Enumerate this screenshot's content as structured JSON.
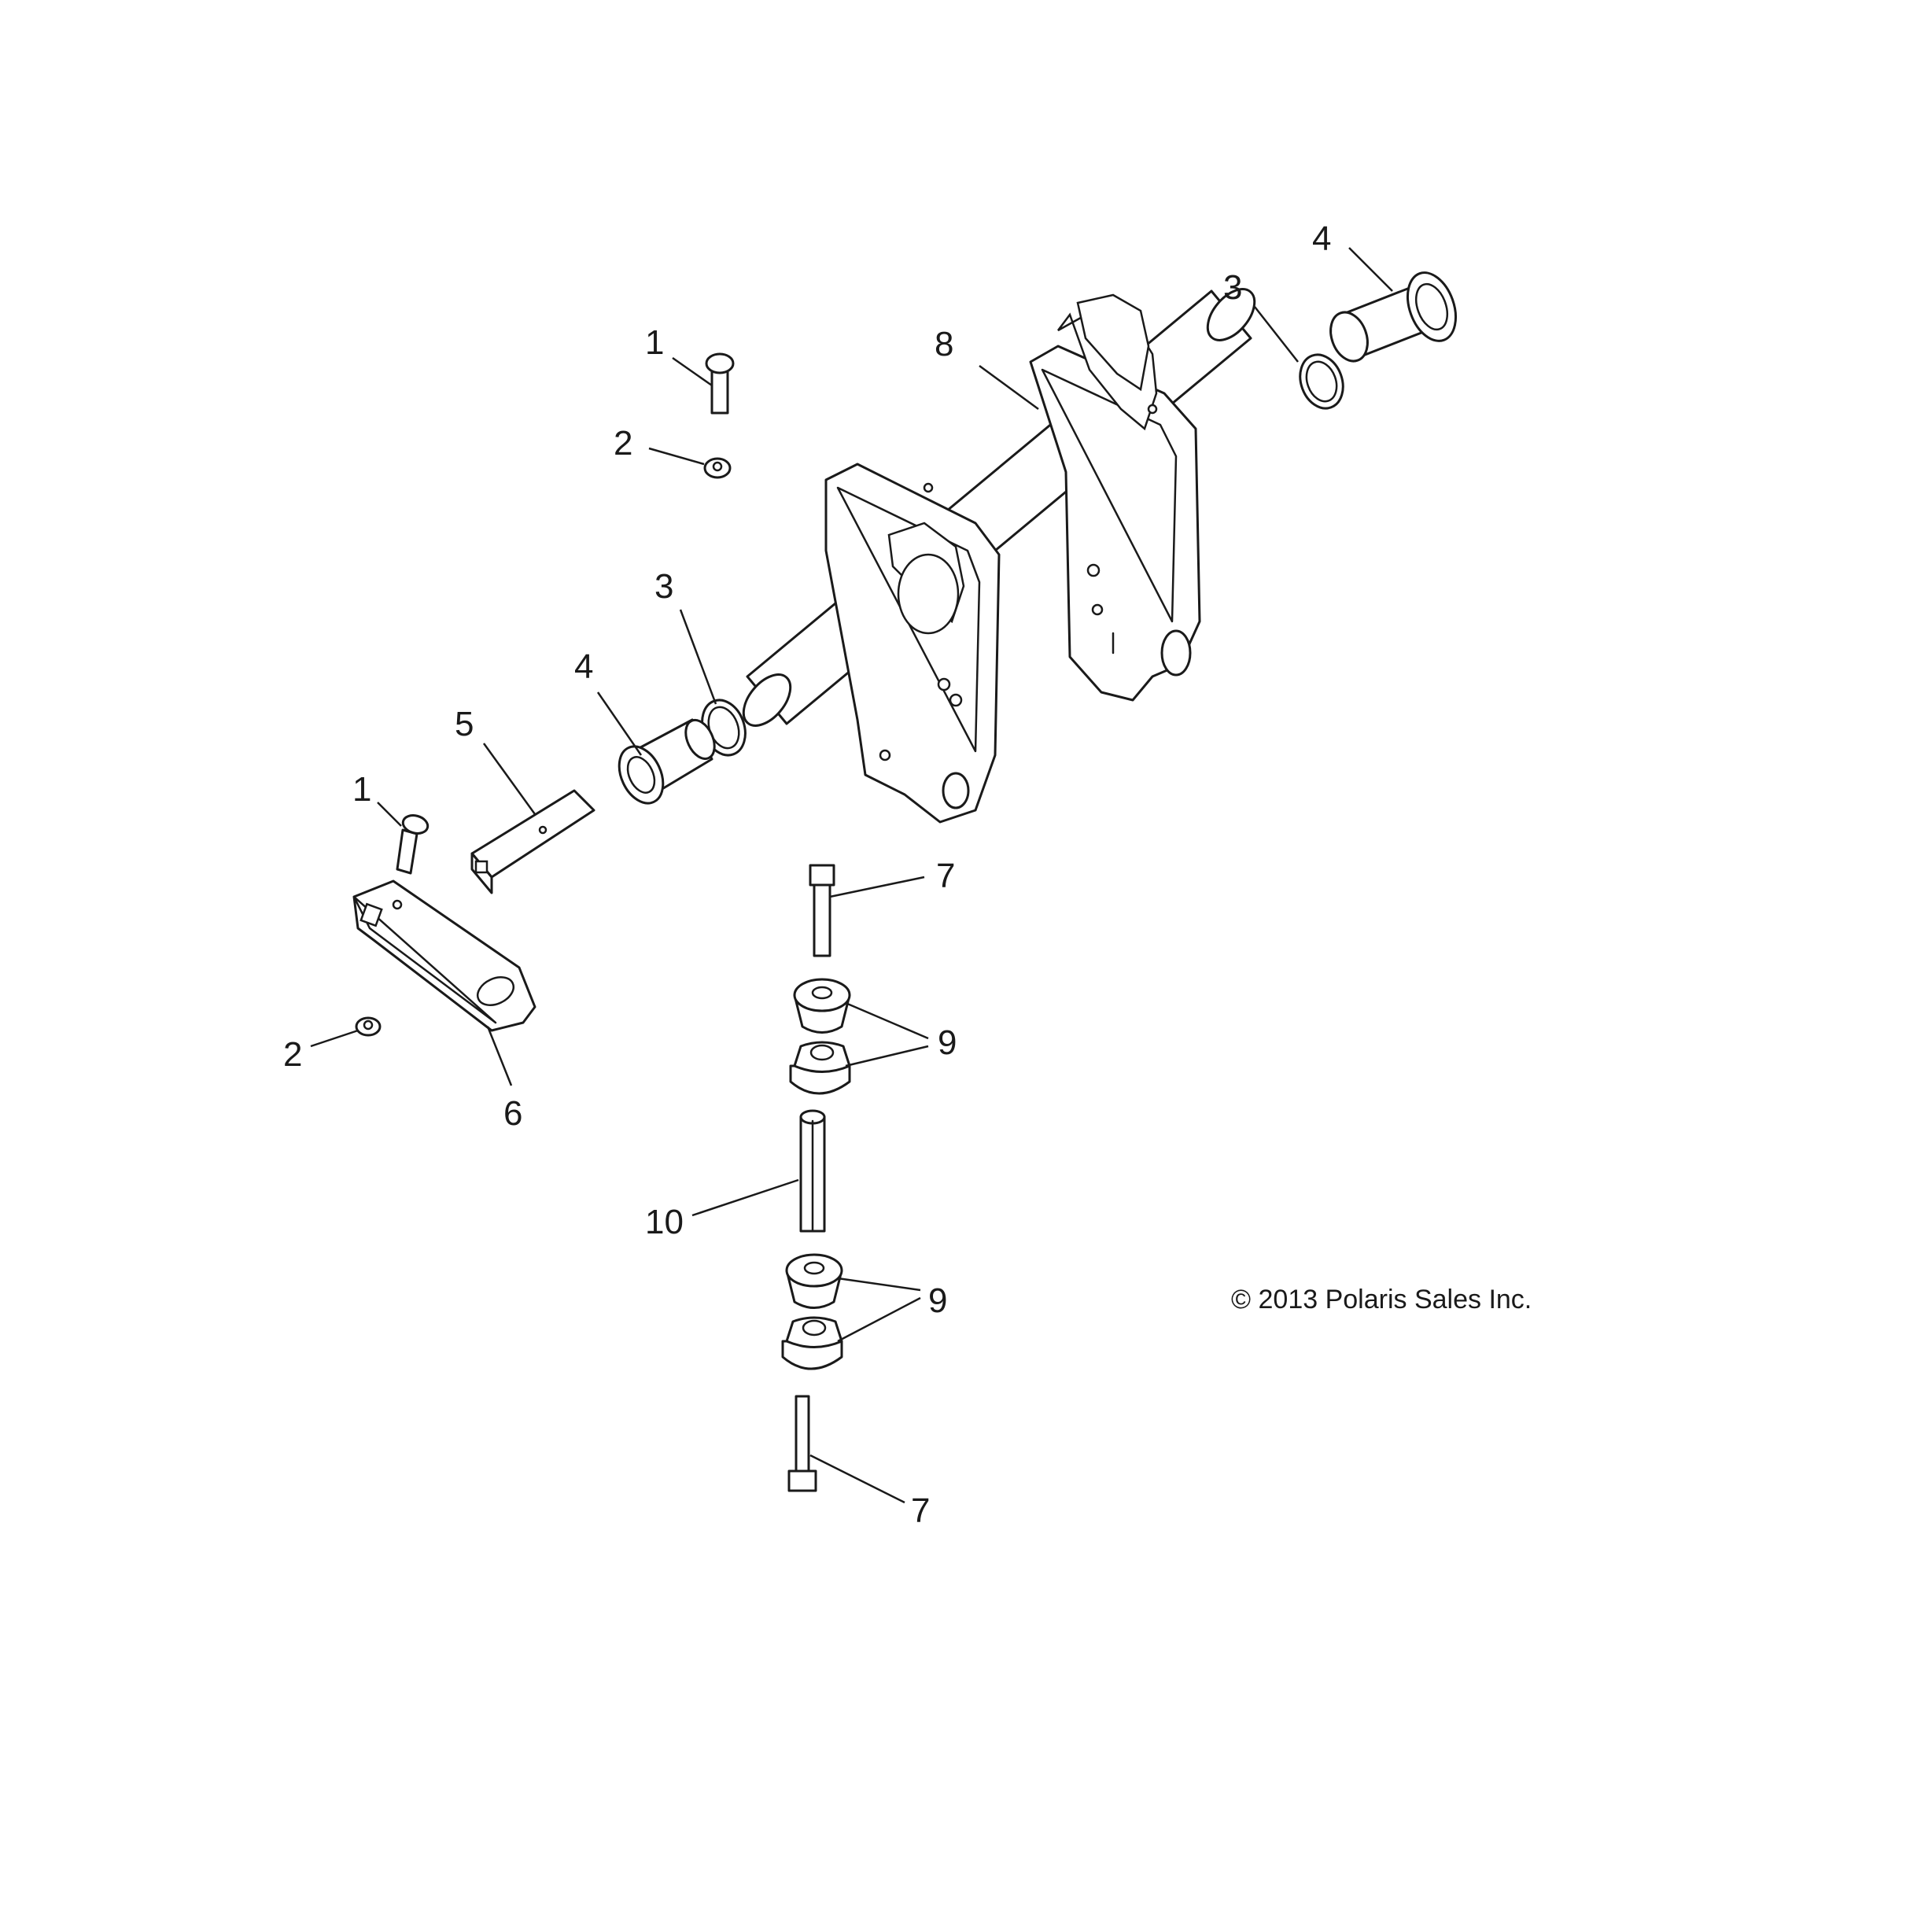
{
  "copyright": "© 2013 Polaris Sales Inc.",
  "callouts": [
    {
      "label": "1"
    },
    {
      "label": "2"
    },
    {
      "label": "3"
    },
    {
      "label": "4"
    },
    {
      "label": "5"
    },
    {
      "label": "1"
    },
    {
      "label": "2"
    },
    {
      "label": "6"
    },
    {
      "label": "3"
    },
    {
      "label": "4"
    },
    {
      "label": "8"
    },
    {
      "label": "7"
    },
    {
      "label": "9"
    },
    {
      "label": "10"
    },
    {
      "label": "9"
    },
    {
      "label": "7"
    }
  ]
}
